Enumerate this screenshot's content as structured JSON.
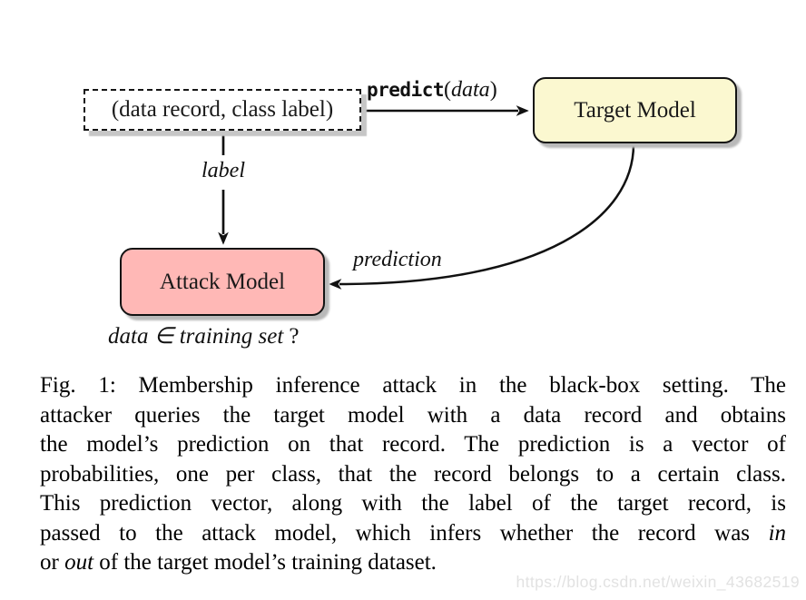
{
  "diagram": {
    "input_box": {
      "label": "(data record, class label)"
    },
    "target_box": {
      "label": "Target Model"
    },
    "attack_box": {
      "label": "Attack Model"
    },
    "predict_label": {
      "fn": "predict",
      "paren_open": "(",
      "arg": "data",
      "paren_close": ")"
    },
    "label_edge": "label",
    "prediction_edge": "prediction",
    "membership_question": {
      "expr": "data ∈ training set",
      "qmark": "?"
    },
    "colors": {
      "target_fill": "#fbf8d0",
      "attack_fill": "#ffb8b6",
      "edge_stroke": "#111111",
      "shadow": "#b9b9b9"
    }
  },
  "caption": {
    "lines": {
      "l1": "Fig. 1: Membership inference attack in the black-box setting. The",
      "l2": "attacker queries the target model with a data record and obtains",
      "l3": "the model’s prediction on that record. The prediction is a vector of",
      "l4": "probabilities, one per class, that the record belongs to a certain class.",
      "l5": "This prediction vector, along with the label of the target record, is",
      "l6a": "passed to the attack model, which infers whether the record was",
      "l6b": "in",
      "l7a": "or",
      "l7b": "out",
      "l7c": "of the target model’s training dataset."
    }
  },
  "watermark": "https://blog.csdn.net/weixin_43682519"
}
